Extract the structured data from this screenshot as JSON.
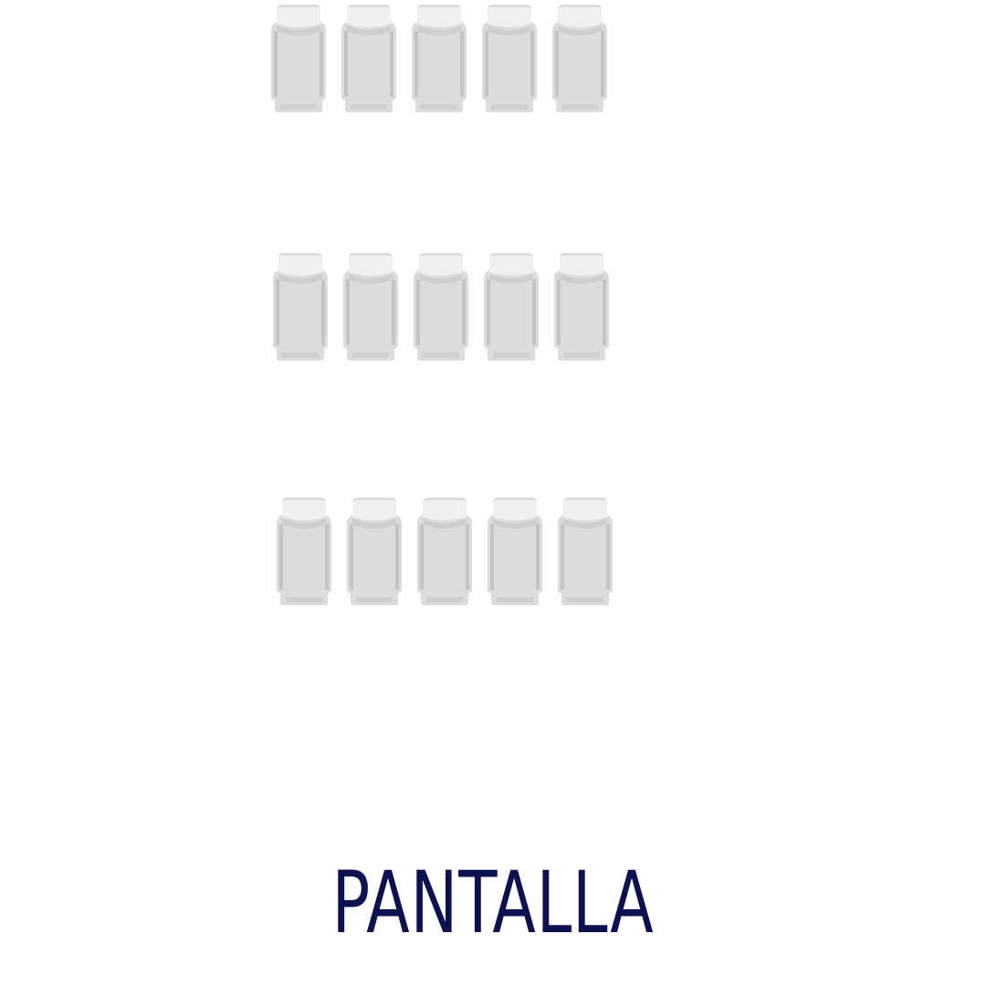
{
  "screen": {
    "label": "PANTALLA"
  },
  "seat_rows": [
    {
      "seats": 5
    },
    {
      "seats": 5
    },
    {
      "seats": 5
    }
  ],
  "colors": {
    "seat_fill": "#dcdcdc",
    "seat_shade": "#c4c4c4",
    "seat_highlight": "#f0f0f0",
    "screen_text": "#0d1150",
    "background": "#ffffff"
  },
  "icons": {
    "seat": "armchair-icon"
  }
}
